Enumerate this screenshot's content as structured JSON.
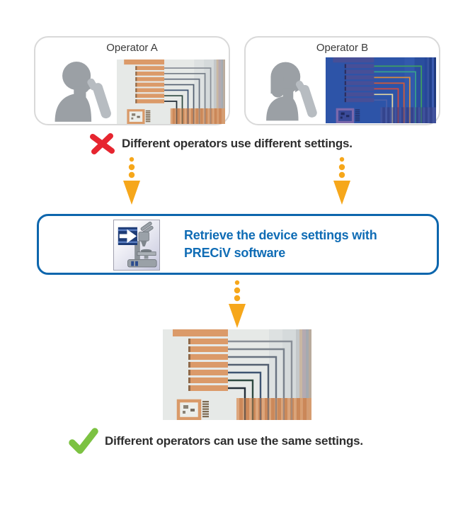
{
  "page": {
    "background": "#ffffff"
  },
  "cards": [
    {
      "title": "Operator A",
      "image": "circuit-micrograph-light",
      "person": "male-operator-silhouette"
    },
    {
      "title": "Operator B",
      "image": "circuit-micrograph-blue-tint",
      "person": "female-operator-silhouette"
    }
  ],
  "problem": {
    "icon": "red-cross-icon",
    "text": "Different operators use different settings."
  },
  "flow": {
    "arrow_icon": "dotted-down-arrow-icon"
  },
  "solution_box": {
    "icon": "preciv-software-microscope-icon",
    "line1": "Retrieve the device settings with",
    "line2": "PRECiV software"
  },
  "result": {
    "image": "circuit-micrograph-light",
    "icon": "green-check-icon",
    "text": "Different operators can use the same settings."
  },
  "colors": {
    "accent_blue": "#0d66ad",
    "text_blue": "#0f6cb5",
    "arrow_orange": "#f6a71b",
    "error_red": "#e6252f",
    "success_green": "#7cc242",
    "text_dark": "#2e2e2e",
    "card_border": "#d9d9d9"
  }
}
